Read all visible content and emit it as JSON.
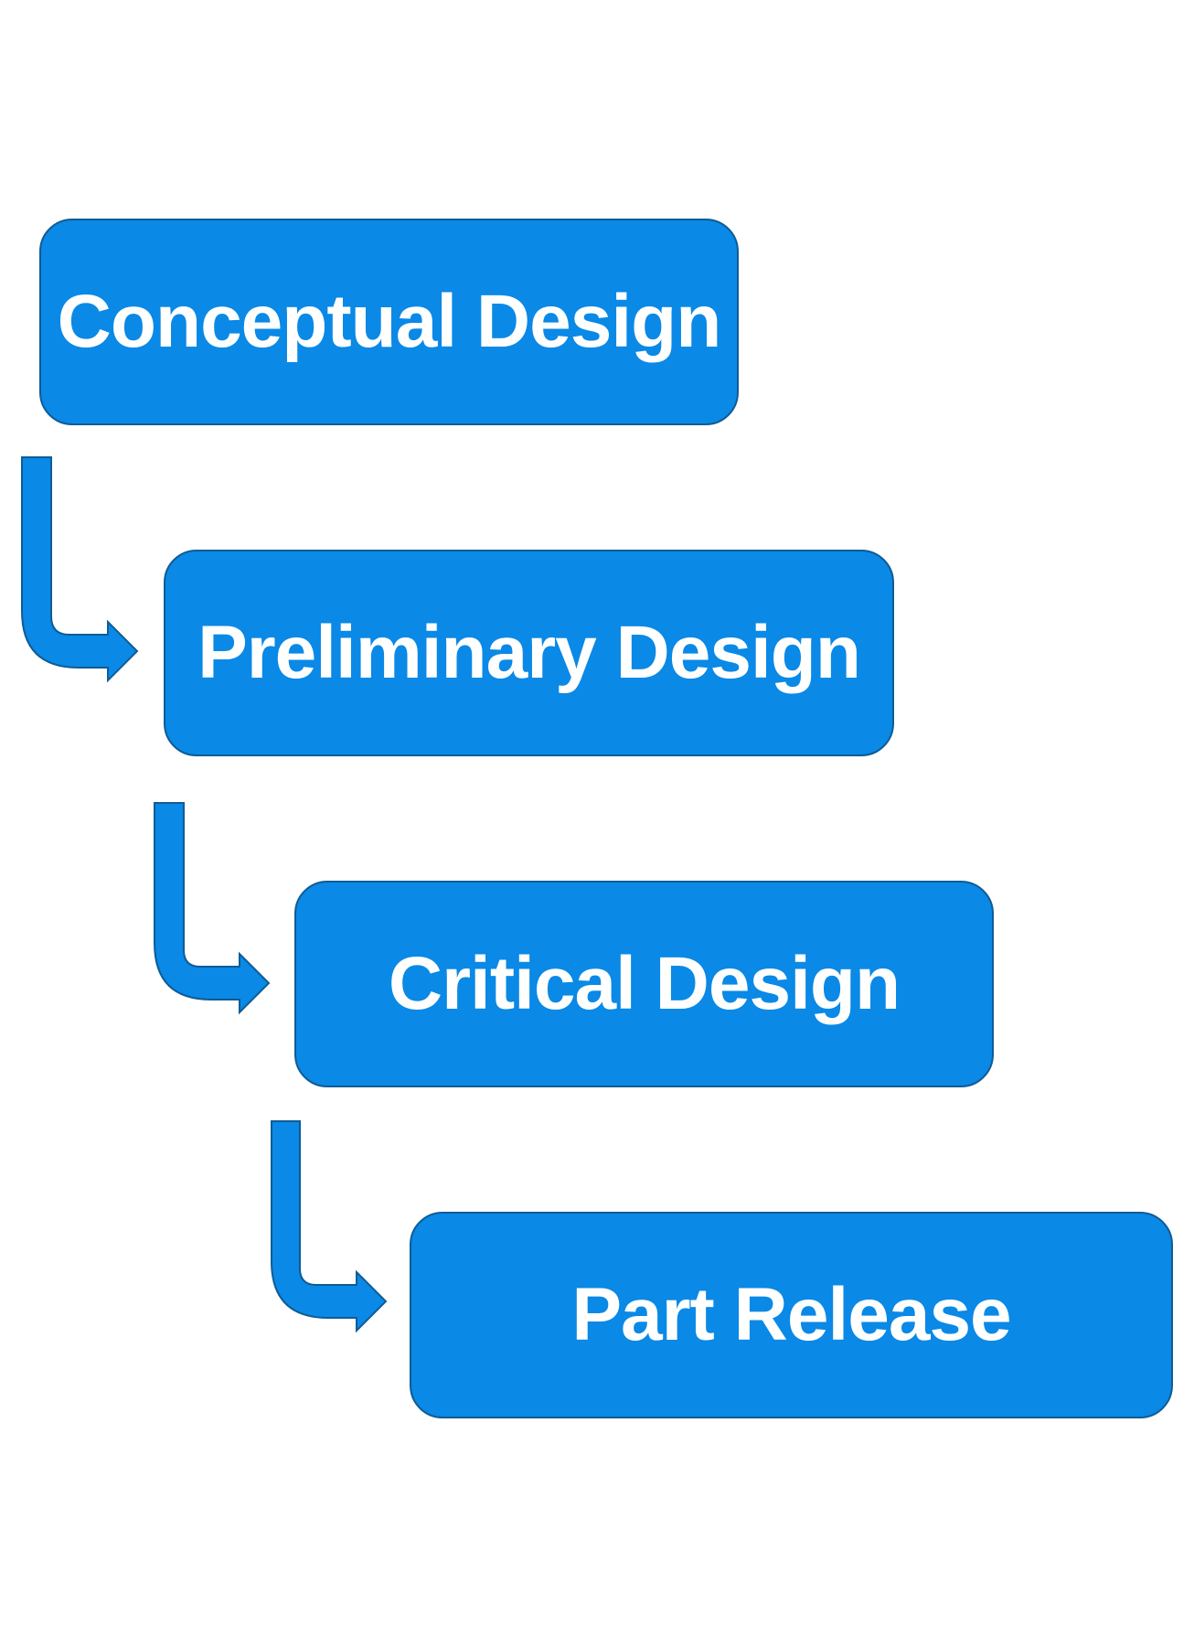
{
  "diagram": {
    "type": "stepped-flow",
    "colors": {
      "box_fill": "#0a89e6",
      "box_border": "#0f5c96",
      "text": "#ffffff",
      "arrow_fill": "#0a89e6",
      "arrow_border": "#0f5c96"
    },
    "steps": [
      {
        "label": "Conceptual Design"
      },
      {
        "label": "Preliminary Design"
      },
      {
        "label": "Critical Design"
      },
      {
        "label": "Part Release"
      }
    ],
    "connectors": [
      {
        "from": 0,
        "to": 1,
        "icon": "bent-arrow-right-icon"
      },
      {
        "from": 1,
        "to": 2,
        "icon": "bent-arrow-right-icon"
      },
      {
        "from": 2,
        "to": 3,
        "icon": "bent-arrow-right-icon"
      }
    ]
  }
}
